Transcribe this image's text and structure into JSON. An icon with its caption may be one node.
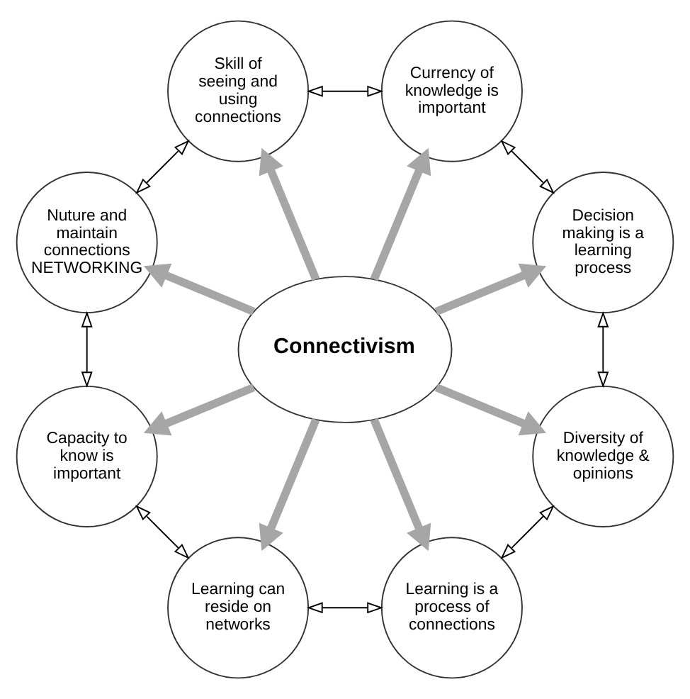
{
  "diagram": {
    "nodes": [
      {
        "text": [
          "Connectivism"
        ]
      },
      {
        "text": [
          "Diversity of knowledge & opinions"
        ]
      },
      {
        "text": [
          "Learning is a process of connections"
        ]
      },
      {
        "text": [
          "Learning can reside on networks"
        ]
      },
      {
        "text": [
          "Capacity to know is important"
        ]
      },
      {
        "text": [
          "Nuture and maintain connections",
          "NETWORKING"
        ]
      },
      {
        "text": [
          "Skill of seeing and using connections"
        ]
      },
      {
        "text": [
          "Currency of knowledge is important"
        ]
      },
      {
        "text": [
          "Decision making is a learning process"
        ]
      }
    ],
    "edges": [
      {
        "from": 0,
        "to": 1,
        "arrow": "to",
        "style": "thick",
        "color": "#a6a6a6"
      },
      {
        "from": 0,
        "to": 2,
        "arrow": "to",
        "style": "thick",
        "color": "#a6a6a6"
      },
      {
        "from": 0,
        "to": 3,
        "arrow": "to",
        "style": "thick",
        "color": "#a6a6a6"
      },
      {
        "from": 0,
        "to": 4,
        "arrow": "to",
        "style": "thick",
        "color": "#a6a6a6"
      },
      {
        "from": 0,
        "to": 5,
        "arrow": "to",
        "style": "thick",
        "color": "#a6a6a6"
      },
      {
        "from": 0,
        "to": 6,
        "arrow": "to",
        "style": "thick",
        "color": "#a6a6a6"
      },
      {
        "from": 0,
        "to": 7,
        "arrow": "to",
        "style": "thick",
        "color": "#a6a6a6"
      },
      {
        "from": 0,
        "to": 8,
        "arrow": "to",
        "style": "thick",
        "color": "#a6a6a6"
      },
      {
        "from": 1,
        "to": 2,
        "arrow": "both",
        "color": "#000000"
      },
      {
        "from": 2,
        "to": 3,
        "arrow": "both",
        "color": "#000000"
      },
      {
        "from": 3,
        "to": 4,
        "arrow": "both",
        "color": "#000000"
      },
      {
        "from": 4,
        "to": 5,
        "arrow": "both",
        "color": "#000000"
      },
      {
        "from": 5,
        "to": 6,
        "arrow": "both",
        "color": "#000000"
      },
      {
        "from": 6,
        "to": 7,
        "arrow": "both",
        "color": "#000000"
      },
      {
        "from": 7,
        "to": 8,
        "arrow": "both",
        "color": "#000000"
      },
      {
        "from": 8,
        "to": 1,
        "arrow": "both",
        "color": "#000000"
      }
    ]
  }
}
